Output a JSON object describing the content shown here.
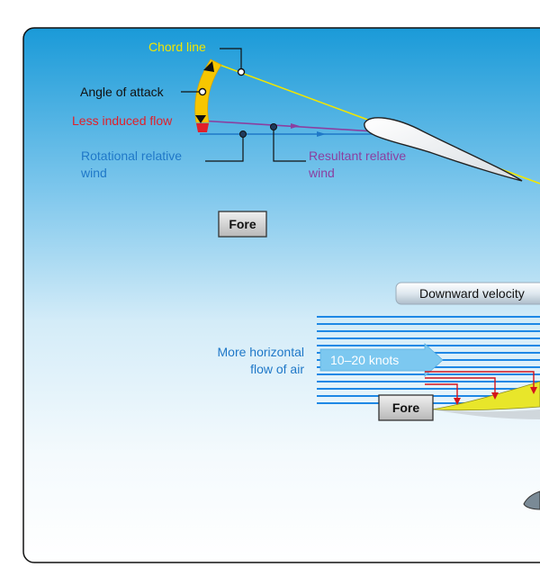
{
  "labels": {
    "chord_line": "Chord line",
    "angle_of_attack": "Angle of attack",
    "less_induced_flow": "Less induced flow",
    "rotational_wind_line1": "Rotational relative",
    "rotational_wind_line2": "wind",
    "resultant_wind_line1": "Resultant relative",
    "resultant_wind_line2": "wind",
    "fore_top": "Fore",
    "downward_velocity": "Downward velocity",
    "horizontal_flow_line1": "More horizontal",
    "horizontal_flow_line2": "flow of air",
    "speed": "10–20 knots",
    "fore_bottom": "Fore"
  },
  "colors": {
    "chord": "#f2e600",
    "angle_band": "#f7c600",
    "induced": "#e0202a",
    "rotational": "#1f78c8",
    "resultant": "#8b3fa0",
    "flow_lines": "#1e88e5",
    "speed_arrow": "#7cc8f0",
    "down_arrows": "#d4141c",
    "sky_top": "#1a9ad8",
    "sky_bottom": "#ffffff"
  },
  "icons": {
    "airfoil": "airfoil-icon",
    "aircraft": "aircraft-icon"
  }
}
